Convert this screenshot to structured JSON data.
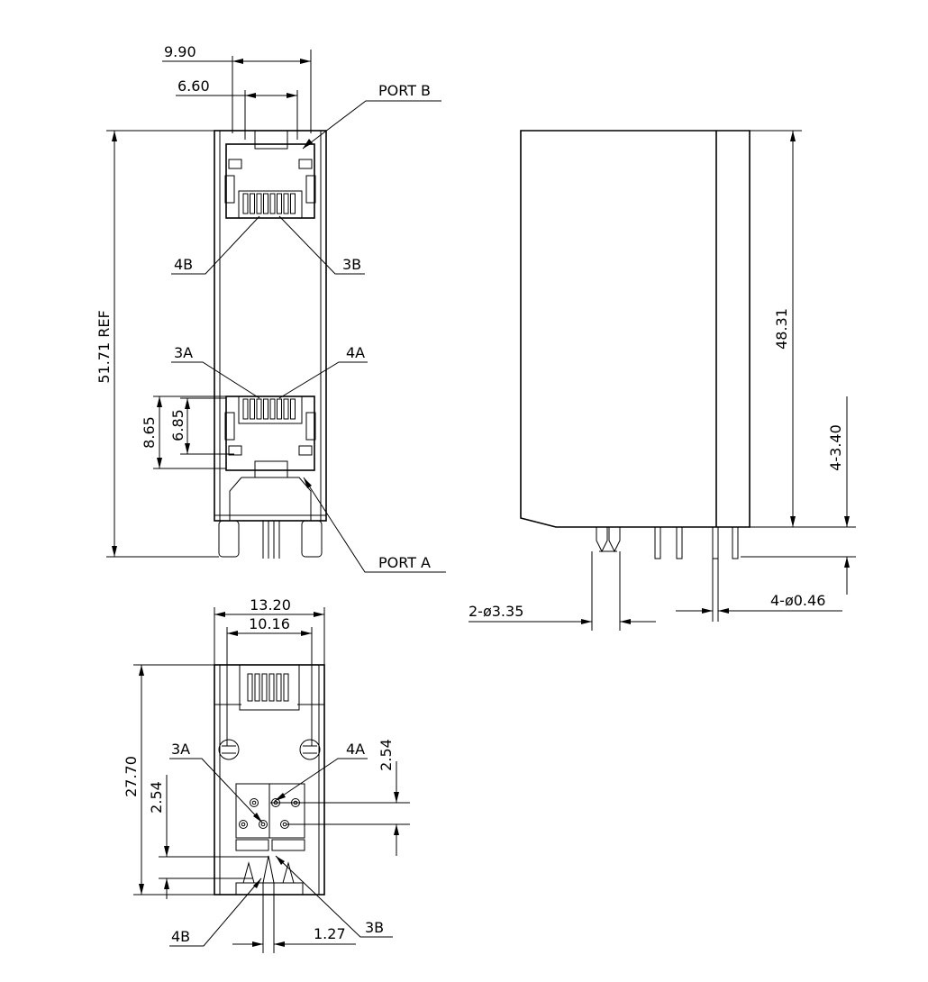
{
  "front_view": {
    "dim_width_outer": "9.90",
    "dim_width_inner": "6.60",
    "dim_height_ref": "51.71 REF",
    "dim_height_a1": "8.65",
    "dim_height_a2": "6.85",
    "label_port_b": "PORT B",
    "label_port_a": "PORT A",
    "label_4b": "4B",
    "label_3b": "3B",
    "label_3a": "3A",
    "label_4a": "4A"
  },
  "side_view": {
    "dim_height": "48.31",
    "dim_pin_len": "4-3.40",
    "dim_post": "2-ø3.35",
    "dim_pin": "4-ø0.46"
  },
  "bottom_view": {
    "dim_width_outer": "13.20",
    "dim_width_inner": "10.16",
    "dim_depth": "27.70",
    "dim_pitch_left": "2.54",
    "dim_pitch_right": "2.54",
    "dim_pitch_bottom": "1.27",
    "label_3a": "3A",
    "label_4a": "4A",
    "label_4b": "4B",
    "label_3b": "3B"
  }
}
